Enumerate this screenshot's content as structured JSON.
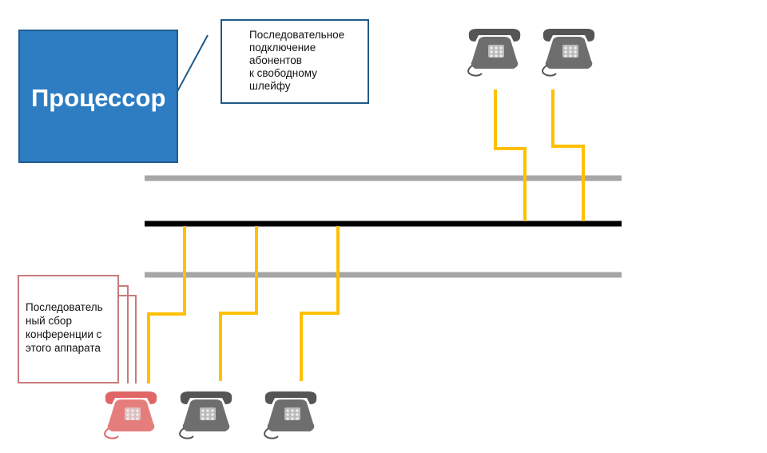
{
  "processor": {
    "label": "Процессор",
    "color": "#2e7cc1"
  },
  "note_top": {
    "text": "Последовательное\nподключение\nабонентов\nк  свободному\nшлейфу"
  },
  "note_bottom": {
    "text": "Последователь\nный сбор\nконференции с\nэтого аппарата"
  },
  "colors": {
    "bus": "#000000",
    "loop": "#a6a6a6",
    "wire": "#ffc000",
    "phone": "#555555",
    "phone_active": "#e06666",
    "callout_blue": "#1e5a8a",
    "callout_red": "#c77b7b"
  },
  "icons": {
    "phone": "telephone-icon"
  }
}
